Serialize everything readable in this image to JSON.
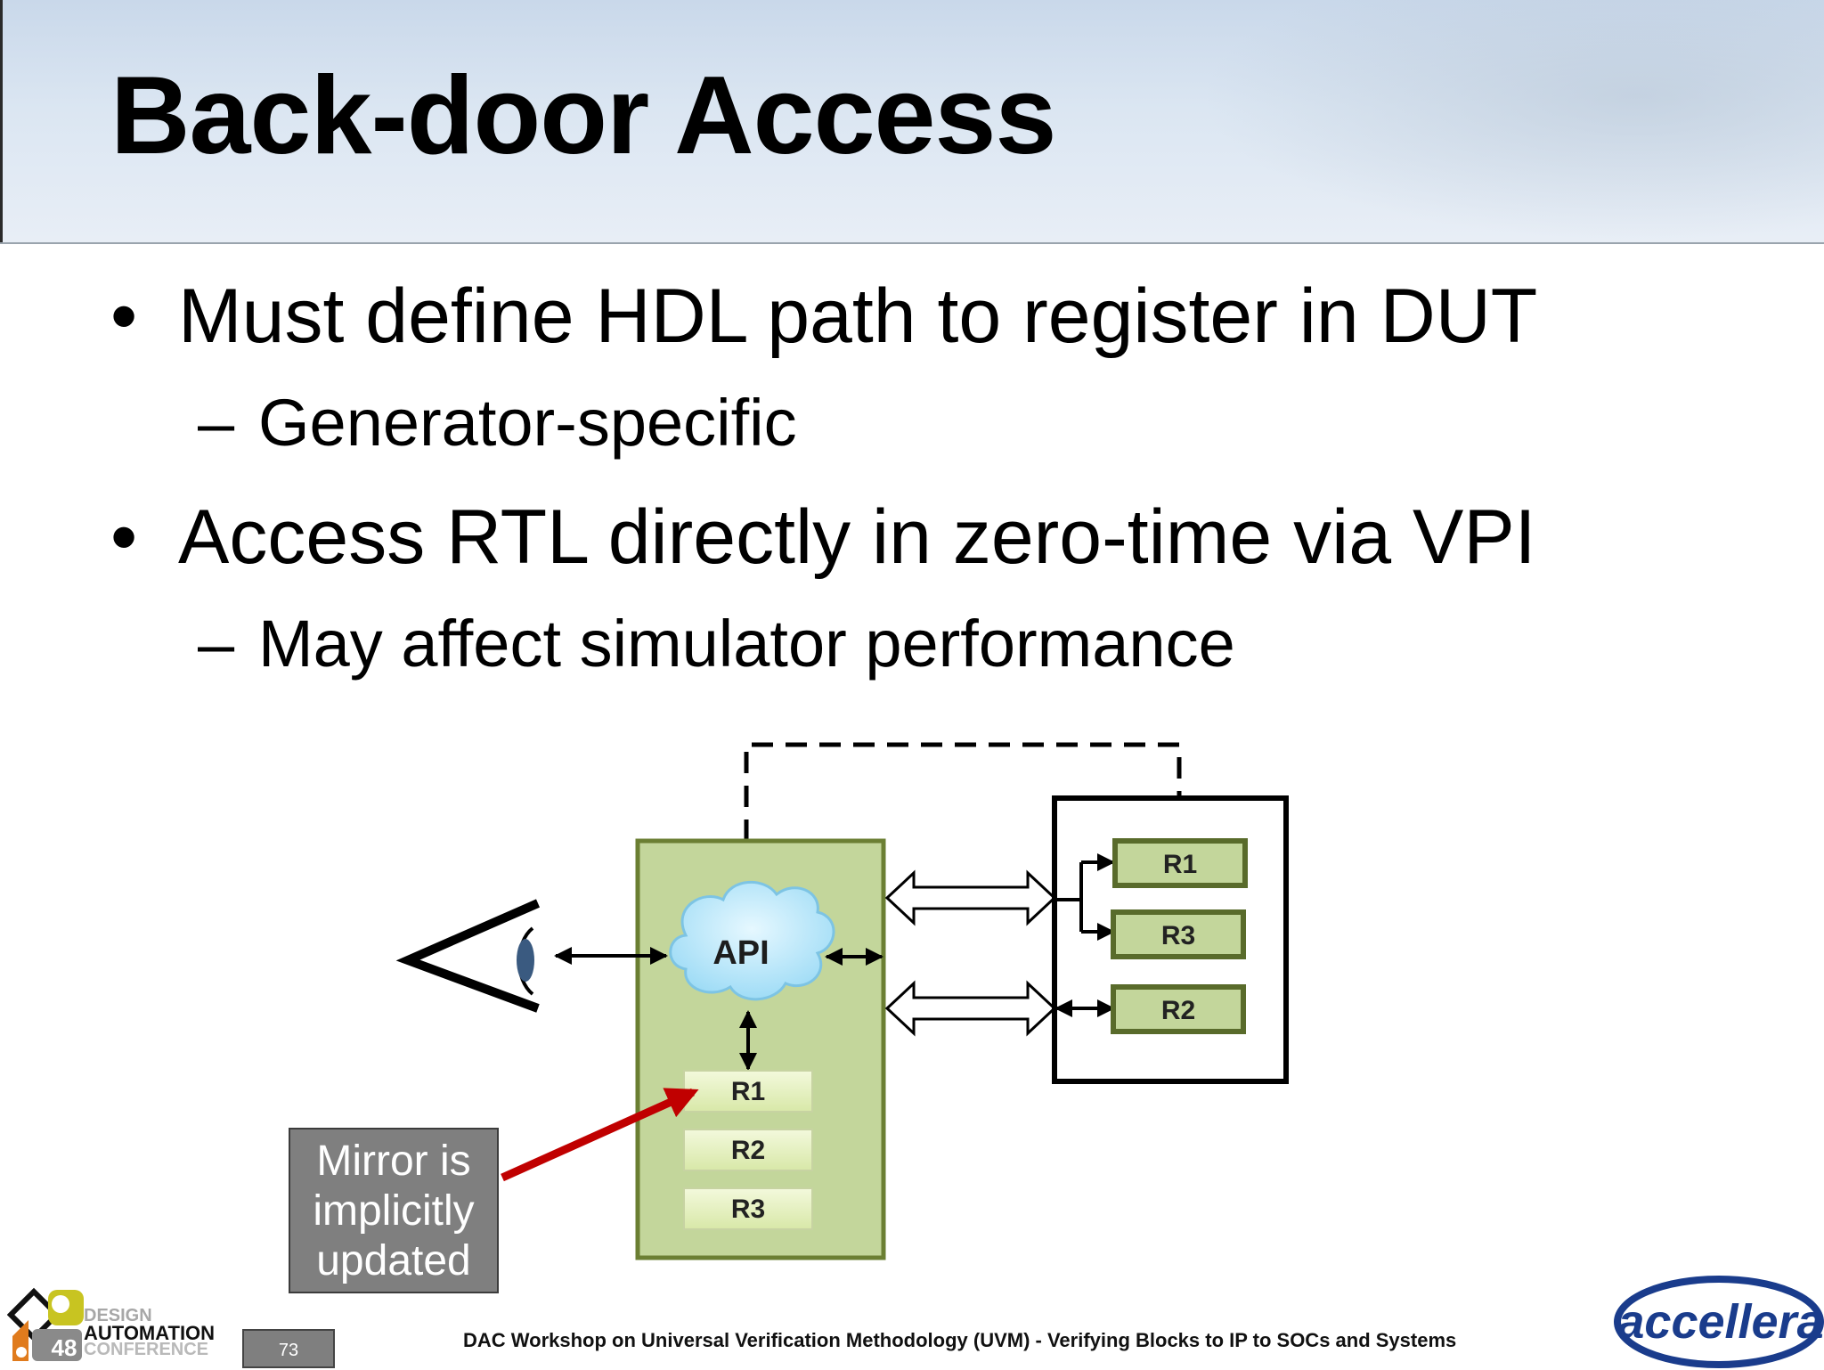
{
  "slide": {
    "title": "Back-door Access",
    "bullets": [
      {
        "marker": "•",
        "text": "Must define HDL path to register in DUT",
        "sub": {
          "marker": "–",
          "text": "Generator-specific"
        }
      },
      {
        "marker": "•",
        "text": "Access RTL directly in zero-time via VPI",
        "sub": {
          "marker": "–",
          "text": "May affect simulator performance"
        }
      }
    ]
  },
  "diagram": {
    "api_label": "API",
    "mirror_registers": [
      "R1",
      "R2",
      "R3"
    ],
    "dut_registers": [
      "R1",
      "R3",
      "R2"
    ],
    "note": [
      "Mirror is",
      "implicitly",
      "updated"
    ],
    "colors": {
      "model_fill": "#c3d69b",
      "model_border": "#6b7f33",
      "reg_fill": "#e3efc2",
      "cloud": "#b9e7fb",
      "note_bg": "#7f7f7f",
      "mirror_arrow": "#c00000"
    }
  },
  "footer": {
    "page_number": "73",
    "text": "DAC Workshop on Universal Verification Methodology (UVM) - Verifying Blocks to IP to SOCs and Systems",
    "dac_logo": {
      "number": "48",
      "line1": "DESIGN",
      "line2": "AUTOMATION",
      "line3": "CONFERENCE"
    },
    "brand": "accellera"
  }
}
